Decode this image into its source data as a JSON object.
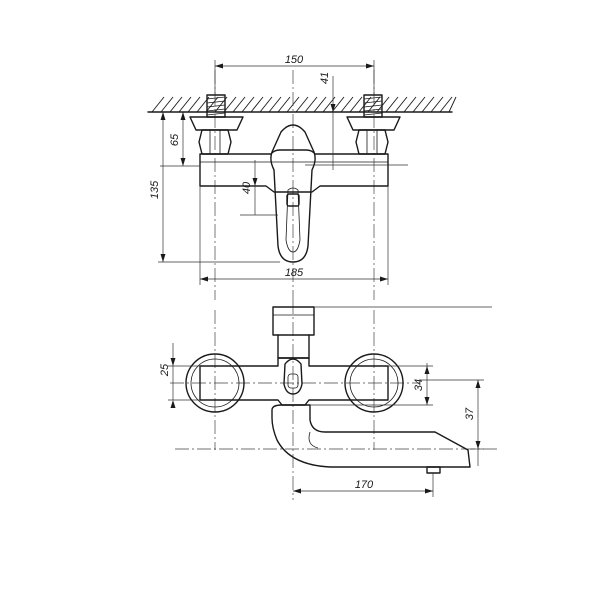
{
  "dimensions": {
    "top_width": "150",
    "top_height": "41",
    "wall_offset": "65",
    "overall_height": "135",
    "body_height": "40",
    "base_width": "185",
    "pipe_height": "25",
    "handle_depth": "34",
    "spout_drop": "37",
    "spout_length": "170"
  }
}
